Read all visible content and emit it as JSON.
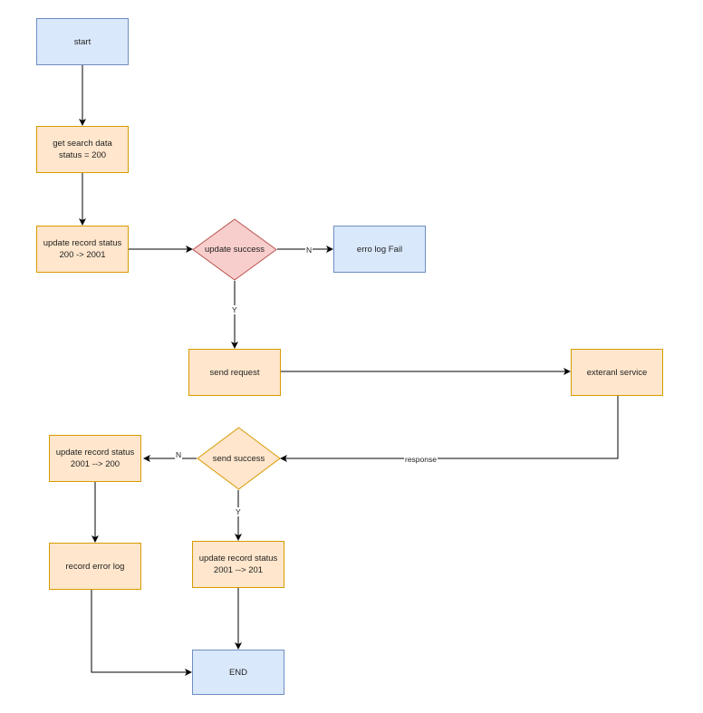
{
  "nodes": {
    "start": "start",
    "get_search": "get search data\nstatus = 200",
    "update_200_2001": "update record status\n200 -> 2001",
    "update_success": "update success",
    "erro_log": "erro log Fail",
    "send_request": "send request",
    "external_service": "exteranl service",
    "send_success": "send success",
    "update_2001_200": "update record status\n2001 --> 200",
    "record_error": "record error log",
    "update_2001_201": "update record status\n2001 --> 201",
    "end": "END"
  },
  "edge_labels": {
    "n1": "N",
    "y1": "Y",
    "response": "response",
    "n2": "N",
    "y2": "Y"
  },
  "colors": {
    "blue_fill": "#dae8fc",
    "blue_stroke": "#6c8ebf",
    "orange_fill": "#ffe6cc",
    "orange_stroke": "#d79b00",
    "red_fill": "#f8cecc",
    "red_stroke": "#b85450"
  }
}
